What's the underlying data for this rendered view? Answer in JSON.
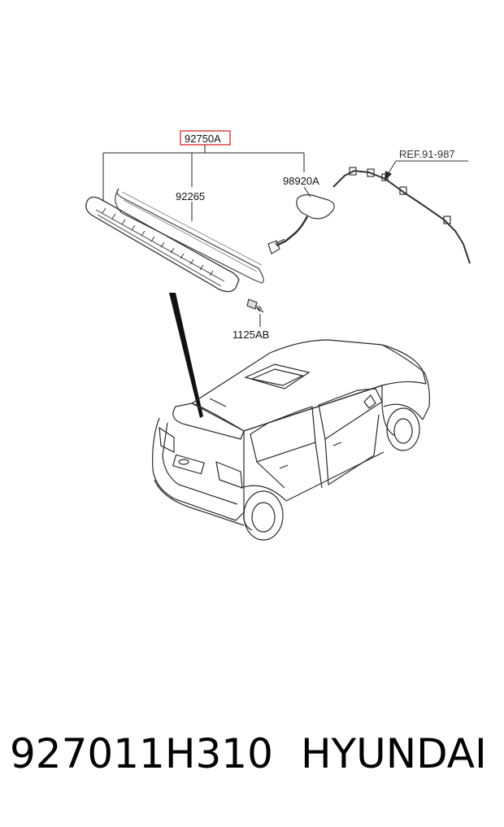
{
  "diagram": {
    "callouts": {
      "assembly": "92750A",
      "lens": "92265",
      "harness": "98920A",
      "screw": "1125AB",
      "reference": "REF.91-987"
    },
    "highlight_color": "#d62b2b"
  },
  "footer": {
    "part_number": "927011H310",
    "brand": "HYUNDAI"
  }
}
